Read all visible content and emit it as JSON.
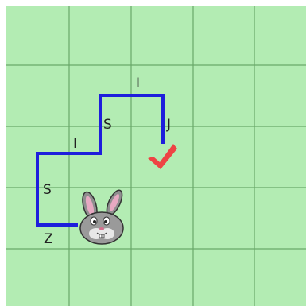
{
  "board": {
    "cols": 5,
    "rows": 5,
    "background": "#b3ecb3",
    "grid_color": "#6aa86a"
  },
  "path": {
    "color": "#1e1edc",
    "segment_letters": [
      "Z",
      "S",
      "I",
      "S",
      "I",
      "J"
    ]
  },
  "characters": {
    "rabbit": "rabbit-icon",
    "goal": "checkmark-icon",
    "goal_color": "#ee4444"
  }
}
